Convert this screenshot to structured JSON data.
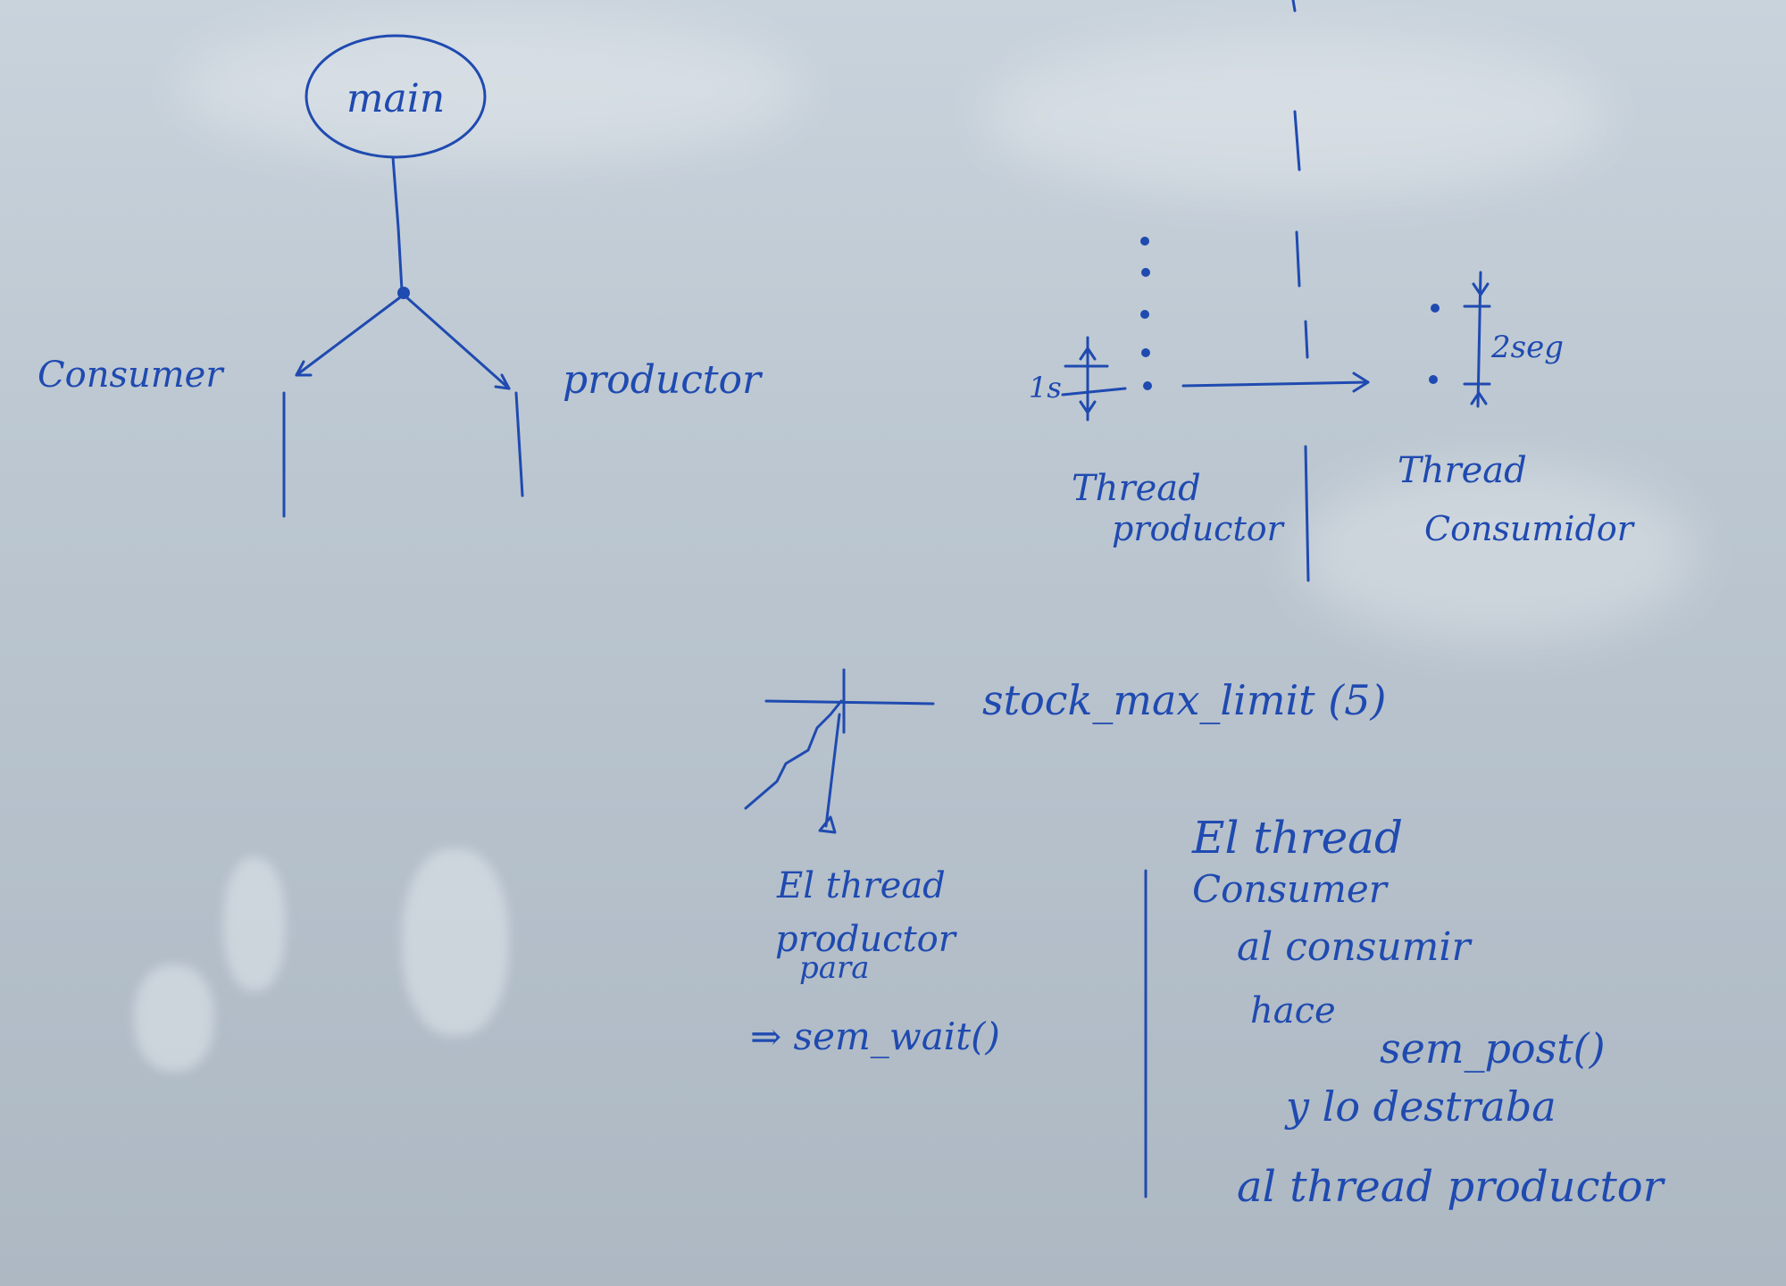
{
  "left_diagram": {
    "root": "main",
    "left_branch": "Consumer",
    "right_branch": "productor"
  },
  "timing_diagram": {
    "producer_interval": "1s",
    "consumer_interval": "2seg",
    "producer_label_1": "Thread",
    "producer_label_2": "productor",
    "consumer_label_1": "Thread",
    "consumer_label_2": "Consumidor"
  },
  "stock": {
    "label": "stock_max_limit (5)"
  },
  "producer_note": {
    "lines": [
      "El thread",
      "productor",
      "para",
      "⇒ sem_wait()"
    ]
  },
  "consumer_note": {
    "lines": [
      "El thread",
      "Consumer",
      "al consumir",
      "hace",
      "sem_post()",
      "y lo destraba",
      "al thread productor"
    ]
  },
  "colors": {
    "ink": "#1f4ab0",
    "board": "#bcc7d1"
  }
}
